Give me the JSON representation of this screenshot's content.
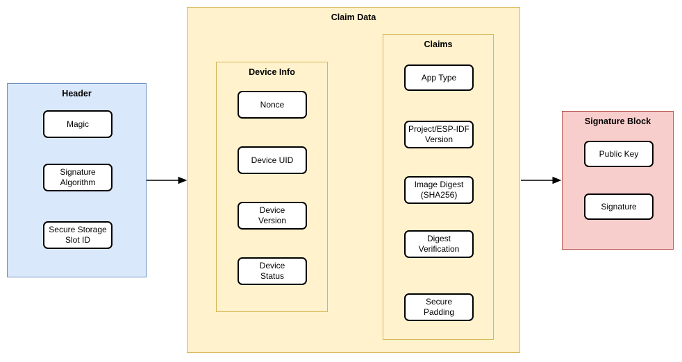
{
  "diagram": {
    "colors": {
      "canvas_bg": "#ffffff",
      "header_fill": "#dae8fc",
      "header_border": "#6c8ebf",
      "claim_fill": "#fff2cc",
      "claim_border": "#d6b656",
      "signature_fill": "#f8cecc",
      "signature_border": "#b85450",
      "node_fill": "#ffffff",
      "node_border": "#000000",
      "arrow": "#000000"
    },
    "header": {
      "title": "Header",
      "items": [
        "Magic",
        "Signature\nAlgorithm",
        "Secure Storage\nSlot ID"
      ]
    },
    "claim_data": {
      "title": "Claim Data",
      "device_info": {
        "title": "Device Info",
        "items": [
          "Nonce",
          "Device UID",
          "Device\nVersion",
          "Device\nStatus"
        ]
      },
      "claims": {
        "title": "Claims",
        "items": [
          "App Type",
          "Project/ESP-IDF\nVersion",
          "Image Digest\n(SHA256)",
          "Digest\nVerification",
          "Secure\nPadding"
        ]
      }
    },
    "signature_block": {
      "title": "Signature Block",
      "items": [
        "Public Key",
        "Signature"
      ]
    },
    "arrows": [
      {
        "from": "Header",
        "to": "Claim Data"
      },
      {
        "from": "Claim Data",
        "to": "Signature Block"
      }
    ]
  }
}
